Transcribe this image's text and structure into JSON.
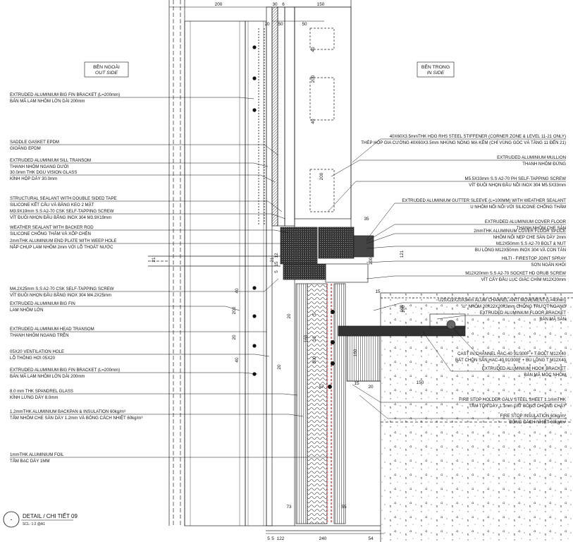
{
  "headers": {
    "outside_vn": "BÊN NGOÀI",
    "outside_en": "OUT SIDE",
    "inside_vn": "BÊN TRONG",
    "inside_en": "IN SIDE"
  },
  "title": {
    "number": "-",
    "name": "DETAIL / CHI TIẾT 09",
    "scale": "SCL: 1:2 @A1"
  },
  "left_notes": [
    {
      "en": "EXTRUDED ALUMINIUM BIG FIN BRACKET (L=200mm)",
      "vn": "BÁN MÃ LAM NHÔM LỚN DÀI 200mm"
    },
    {
      "en": "SADDLE GASKET EPDM",
      "vn": "GIOĂNG EPDM"
    },
    {
      "en": "EXTRUDED ALUMINIUM SILL TRANSOM",
      "vn": "THANH NHÔM NGANG DƯỚI"
    },
    {
      "en": "30.0mm THK DGU VISION GLASS",
      "vn": "KÍNH HỘP DÀY 30.0mm"
    },
    {
      "en": "STRUCTURAL SEALANT WITH DOUBLE SIDED TAPE",
      "vn": "SILICONE KẾT CẤU VÀ BĂNG KEO 2 MẶT"
    },
    {
      "en": "M3.9X19mm S.S A2-70 CSK SELF-TAPPING SCREW",
      "vn": "VÍT ĐUÔI NHỌN ĐẦU BẰNG INOX 304 M3.9X19mm"
    },
    {
      "en": "WEATHER SEALANT WITH BACKER ROD",
      "vn": "SILICONE CHỐNG THẤM VÀ XỐP CHÈN"
    },
    {
      "en": "2mmTHK ALUMINIUM END PLATE WITH WEEP HOLE",
      "vn": "NẮP CHỤP LAM NHÔM 2mm VỚI LỖ THOÁT NƯỚC"
    },
    {
      "en": "M4.2X25mm S.S A2-70 CSK SELF-TAPPING SCREW",
      "vn": "VÍT ĐUÔI NHỌN ĐẦU BẰNG INOX 304 M4.2X25mm"
    },
    {
      "en": "EXTRUDED ALUMINIUM BIG FIN",
      "vn": "LAM NHÔM LỚN"
    },
    {
      "en": "EXTRUDED ALUMINIUM HEAD TRANSOM",
      "vn": "THANH NHÔM NGANG TRÊN"
    },
    {
      "en": "05X20 VENTILATION HOLE",
      "vn": "LỖ THÔNG HƠI 05X20"
    },
    {
      "en": "EXTRUDED ALUMINIUM BIG FIN BRACKET (L=200mm)",
      "vn": "BÁN MÃ LAM NHÔM LỚN DÀI 200mm"
    },
    {
      "en": "8.0 mm THK SPANDREL GLASS",
      "vn": "KÍNH LỪNG DÀY 8.0mm"
    },
    {
      "en": "1.2mmTHK ALUMINIUM BACKPAN & INSULATION 60kg/m³",
      "vn": "TẤM NHÔM CHE SÀN DÀY 1.2mm VÀ BÔNG CÁCH NHIỆT 60kg/m³"
    },
    {
      "en": "1mmTHK ALUMINIUM FOIL",
      "vn": "TẤM BẠC DÀY 1MM"
    }
  ],
  "right_notes": [
    {
      "en": "40X60X3.5mmTHK HDG RHS STEEL STIFFENER (CORNER ZONE & LEVEL 11-21 ONLY)",
      "vn": "THÉP HỘP GIA CƯỜNG 40X60X3.5mm NHÚNG NÓNG MẠ KẼM (CHỈ VÙNG GÓC VÀ TẦNG 11 ĐẾN 21)"
    },
    {
      "en": "EXTRUDED ALUMINIUM MULLION",
      "vn": "THANH NHÔM ĐỨNG"
    },
    {
      "en": "M5.5X33mm S.S A2-70 PH SELF-TAPPING SCREW",
      "vn": "VÍT ĐUÔI NHỌN ĐẦU NỒI INOX 304 M5.5X33mm"
    },
    {
      "en": "EXTRUDED ALUMINIUM GUTTER SLEEVE (L=100MM) WITH WEATHER SEALANT",
      "vn": "U NHÔM NỐI NỐI VỚI SILICONE CHỐNG THẤM"
    },
    {
      "en": "EXTRUDED ALUMINIUM COVER FLOOR",
      "vn": "THANH NHÔM CHE SÀN"
    },
    {
      "en": "2mmTHK ALUMINIUM COVER FLOOR SPLICE",
      "vn": "NHÔM NỐI NẸP CHE SÀN DÀY 2mm"
    },
    {
      "en": "M12X50mm S.S A2-70 BOLT & NUT",
      "vn": "BU LÔNG M12X50mm INOX 304 VÀ CON TÁN"
    },
    {
      "en": "HILTI - FIRESTOP JOINT SPRAY",
      "vn": "SƠN NGĂN KHÓI"
    },
    {
      "en": "M12X20mm S.S A2-70 SOCKET HD GRUB SCREW",
      "vn": "VÍT CẤY ĐẦU LỤC GIÁC CHÌM M12X20mm"
    },
    {
      "en": "U20X22X20X3mm ALUM CHANNEL ANTI MOVEMENT (L=40mm)",
      "vn": "\"U\" NHÔM 20X22X20X3mm CHỐNG TRƯỢT NGANG"
    },
    {
      "en": "EXTRUDED ALUMINIUM FLOOR BRACKET",
      "vn": "BÁN MÃ SÀN"
    },
    {
      "en": "CAST IN CHANNEL HAC-40 91/300F + T-BOLT M12X40",
      "vn": "BÁT CHÔN SẴN HAC-40 91/300F + BU LÔNG T M12X40"
    },
    {
      "en": "EXTRUDED ALUMINIUM HOOK BRACKET",
      "vn": "BÁN MÃ MÓC NHÔM"
    },
    {
      "en": "FIRE STOP HOLDER GALV STEEL SHEET 1.1mmTHK",
      "vn": "TẤM TÔN DÀY 1.1mm GIỮ BÔNG CHỐNG CHÁY"
    },
    {
      "en": "FIRE STOP INSULATION 60kg/m³",
      "vn": "BÔNG CÁCH NHIỆT 60kg/m³"
    }
  ],
  "dims": {
    "top": [
      "200",
      "30",
      "6",
      "150",
      "20",
      "50",
      "50"
    ],
    "bottom": [
      "5",
      "5",
      "122",
      "240",
      "54"
    ],
    "misc": [
      "40",
      "200",
      "40",
      "200",
      "21",
      "21",
      "5",
      "15",
      "12",
      "35",
      "100",
      "121",
      "15",
      "100",
      "100",
      "20",
      "160",
      "5",
      "10",
      "20",
      "40",
      "200",
      "40",
      "20",
      "300",
      "160",
      "15",
      "20",
      "57",
      "150",
      "73",
      "55"
    ]
  }
}
